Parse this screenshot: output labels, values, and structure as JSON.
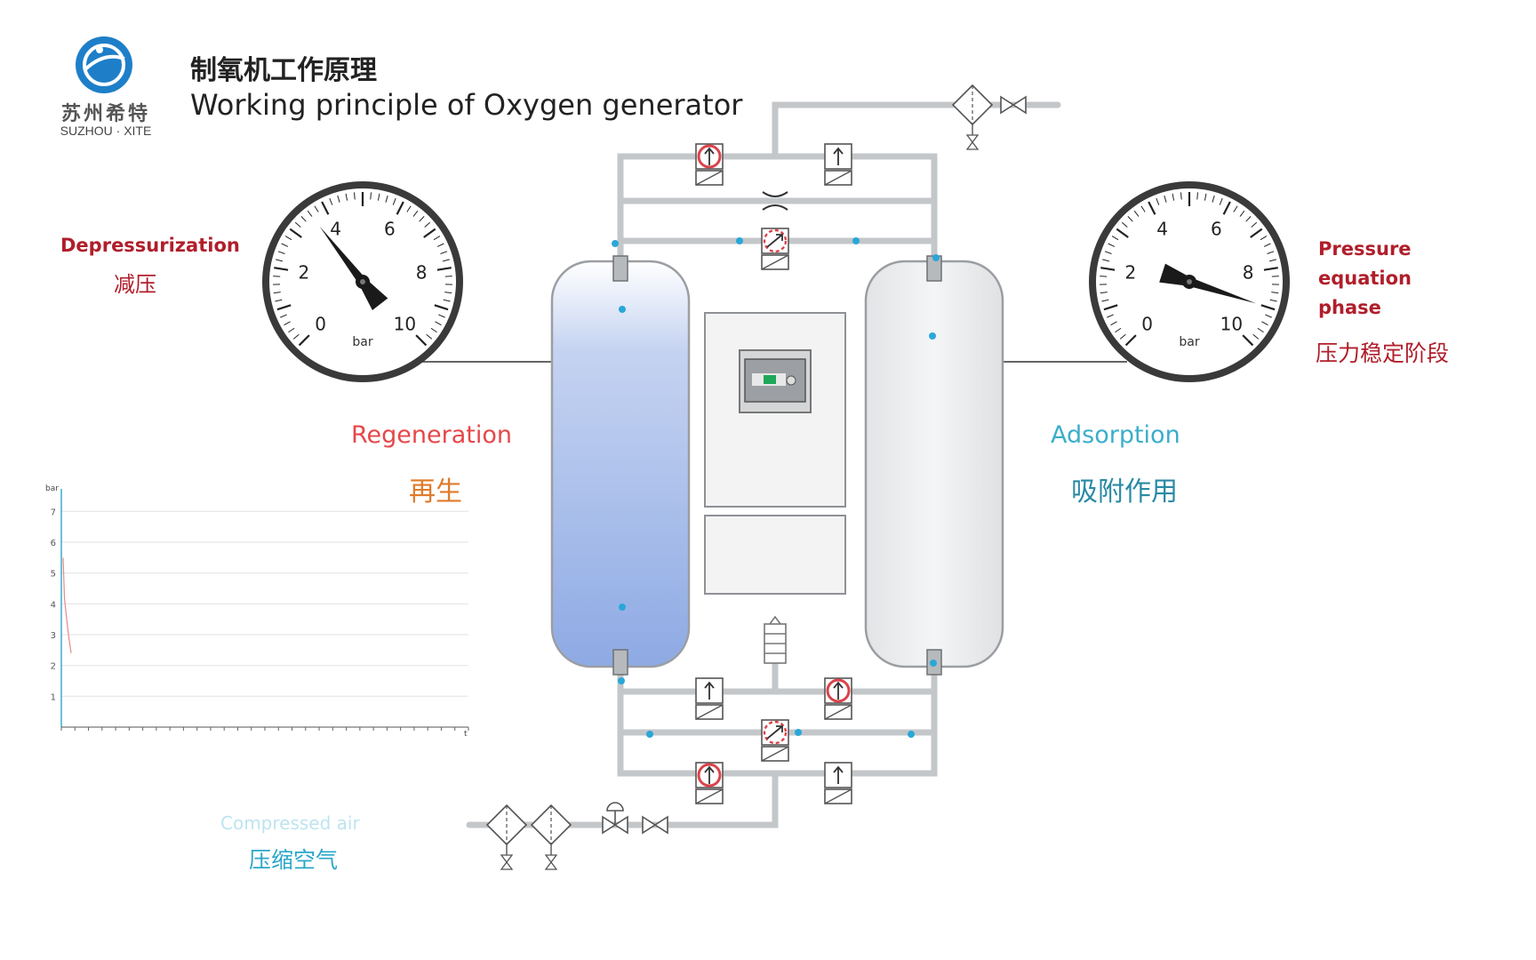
{
  "header": {
    "logo_cn": "苏州希特",
    "logo_en": "SUZHOU · XITE",
    "title_cn": "制氧机工作原理",
    "title_en": "Working principle of  Oxygen  generator"
  },
  "labels": {
    "depressurization": "Depressurization",
    "depressurization_cn": "减压",
    "pressure_phase": "Pressure equation phase",
    "pressure_phase_cn": "压力稳定阶段",
    "regeneration": "Regeneration",
    "regeneration_cn": "再生",
    "adsorption": "Adsorption",
    "adsorption_cn": "吸附作用",
    "compressed_air": "Compressed air",
    "compressed_air_cn": "压缩空气"
  },
  "gauges": {
    "unit": "bar",
    "ticks": [
      "0",
      "2",
      "4",
      "6",
      "8",
      "10"
    ],
    "left_reading": 3.6,
    "right_reading": 9.0
  },
  "colors": {
    "pipe": "#c4c7ca",
    "sensor_dot": "#2aa7d9",
    "tank_fill": "#9fb6e6",
    "label_red": "#b01e2b",
    "label_cyan": "#3aaecb",
    "label_orange": "#e07a2a"
  },
  "chart_data": {
    "type": "line",
    "title": "",
    "xlabel": "t",
    "ylabel": "bar",
    "y_ticks": [
      "1",
      "2",
      "3",
      "4",
      "5",
      "6",
      "7"
    ],
    "ylim": [
      0,
      7.5
    ],
    "grid": true,
    "series": [
      {
        "x": [
          0,
          0.05,
          0.12,
          0.2,
          0.3
        ],
        "values": [
          5.5,
          4.2,
          3.6,
          3.0,
          2.4
        ]
      }
    ]
  }
}
